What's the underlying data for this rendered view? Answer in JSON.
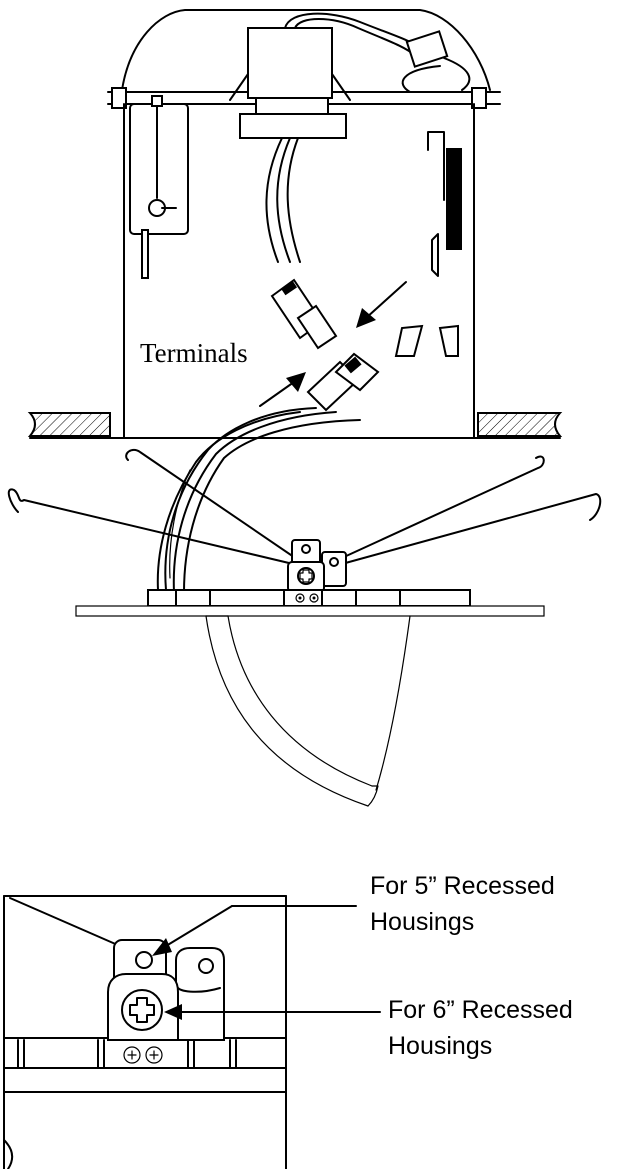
{
  "labels": {
    "terminals": "Terminals",
    "callout_5_line1": "For 5” Recessed",
    "callout_5_line2": "Housings",
    "callout_6_line1": "For 6” Recessed",
    "callout_6_line2": "Housings"
  }
}
